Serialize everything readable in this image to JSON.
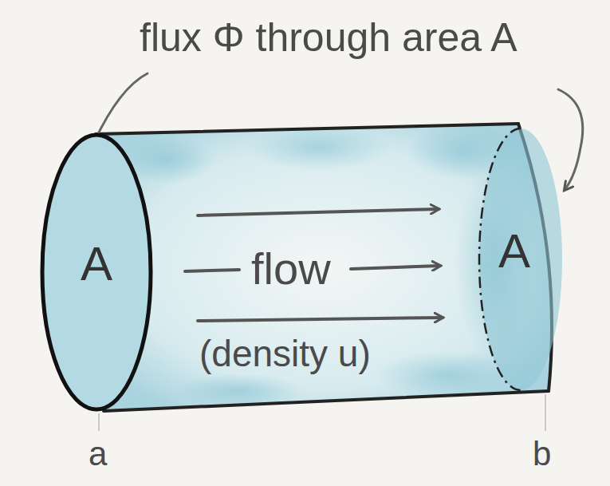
{
  "diagram": {
    "nodes": [
      {
        "text": [
          "A"
        ]
      },
      {
        "text": [
          "A"
        ]
      }
    ],
    "labels": [
      "flux Φ through area A",
      "flow",
      "(density u)",
      "a",
      "b"
    ]
  }
}
